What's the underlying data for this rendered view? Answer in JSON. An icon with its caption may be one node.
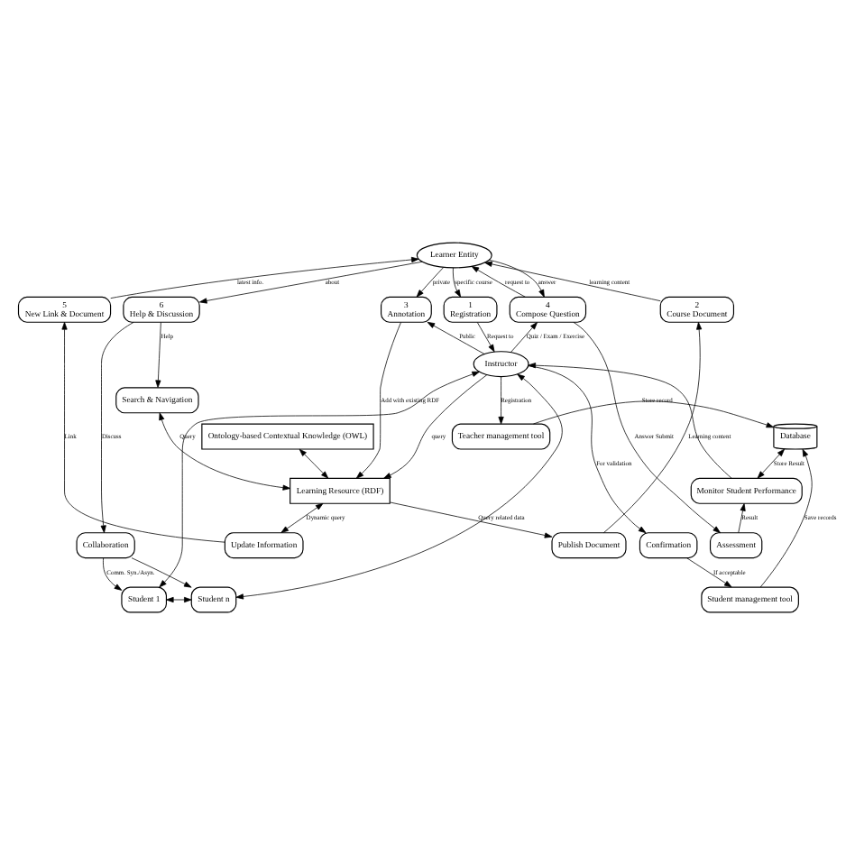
{
  "diagram": {
    "nodes": [
      {
        "text": [
          "Learner Entity"
        ]
      },
      {
        "text": [
          "2",
          "Course Document"
        ]
      },
      {
        "text": [
          "3",
          "Annotation"
        ]
      },
      {
        "text": [
          "5",
          "New Link & Document"
        ]
      },
      {
        "text": [
          "6",
          "Help & Discussion"
        ]
      },
      {
        "text": [
          "4",
          "Compose Question"
        ]
      },
      {
        "text": [
          "1",
          "Registration"
        ]
      },
      {
        "text": [
          "Publish Document"
        ]
      },
      {
        "text": [
          "Update Information"
        ]
      },
      {
        "text": [
          "Search & Navigation"
        ]
      },
      {
        "text": [
          "Collaboration"
        ]
      },
      {
        "text": [
          "Assessment"
        ]
      },
      {
        "text": [
          "Confirmation"
        ]
      },
      {
        "text": [
          "Student 1"
        ]
      },
      {
        "text": [
          "Student n"
        ]
      },
      {
        "text": [
          "Student management tool"
        ]
      },
      {
        "text": [
          "Instructor"
        ]
      },
      {
        "text": [
          "Learning Resource (RDF)"
        ]
      },
      {
        "text": [
          "Monitor Student Performance"
        ]
      },
      {
        "text": [
          "Ontology-based Contextual Knowledge (OWL)"
        ]
      },
      {
        "text": [
          "Teacher management tool"
        ]
      },
      {
        "text": [
          "Database"
        ]
      }
    ],
    "edges": [
      {
        "from": 1,
        "to": 0,
        "arrow": "to",
        "label": "learning content"
      },
      {
        "from": 0,
        "to": 2,
        "arrow": "to",
        "label": "private"
      },
      {
        "from": 3,
        "to": 0,
        "arrow": "to",
        "label": "latest info."
      },
      {
        "from": 0,
        "to": 4,
        "arrow": "to",
        "label": "about"
      },
      {
        "from": 0,
        "to": 5,
        "arrow": "to",
        "label": "answer"
      },
      {
        "from": 5,
        "to": 0,
        "arrow": "to",
        "label": "request to"
      },
      {
        "from": 0,
        "to": 6,
        "arrow": "to",
        "label": "specific course"
      },
      {
        "from": 7,
        "to": 1,
        "arrow": "to",
        "label": "Learning content"
      },
      {
        "from": 2,
        "to": 17,
        "arrow": "to",
        "label": "Add with existing RDF"
      },
      {
        "from": 16,
        "to": 2,
        "arrow": "to",
        "label": "Public"
      },
      {
        "from": 8,
        "to": 3,
        "arrow": "to",
        "label": "Link"
      },
      {
        "from": 4,
        "to": 9,
        "arrow": "to",
        "label": "Help"
      },
      {
        "from": 4,
        "to": 10,
        "arrow": "to",
        "label": "Discuss"
      },
      {
        "from": 5,
        "to": 11,
        "arrow": "to",
        "label": "Answer Submit"
      },
      {
        "from": 16,
        "to": 5,
        "arrow": "to",
        "label": "Quiz / Exam / Exercise"
      },
      {
        "from": 6,
        "to": 16,
        "arrow": "to",
        "label": "Request to"
      },
      {
        "from": 16,
        "to": 12,
        "arrow": "to",
        "label": "For validation"
      },
      {
        "from": 12,
        "to": 15,
        "arrow": "to",
        "label": "If acceptable"
      },
      {
        "from": 10,
        "to": 13,
        "arrow": "to",
        "label": "Comm. Syn./Asyn."
      },
      {
        "from": 10,
        "to": 14,
        "arrow": "to"
      },
      {
        "from": 13,
        "to": 14,
        "arrow": "both"
      },
      {
        "from": 13,
        "to": 16,
        "arrow": "both"
      },
      {
        "from": 14,
        "to": 16,
        "arrow": "both"
      },
      {
        "from": 8,
        "to": 17,
        "arrow": "both",
        "label": "Dynamic query"
      },
      {
        "from": 9,
        "to": 17,
        "arrow": "both",
        "label": "Query"
      },
      {
        "from": 17,
        "to": 7,
        "arrow": "to",
        "label": "Query related data"
      },
      {
        "from": 16,
        "to": 17,
        "arrow": "to",
        "label": "query"
      },
      {
        "from": 17,
        "to": 19,
        "arrow": "both"
      },
      {
        "from": 11,
        "to": 18,
        "arrow": "to",
        "label": "Result"
      },
      {
        "from": 18,
        "to": 16,
        "arrow": "to"
      },
      {
        "from": 21,
        "to": 18,
        "arrow": "both",
        "label": "Store Result"
      },
      {
        "from": 15,
        "to": 21,
        "arrow": "to",
        "label": "Save records"
      },
      {
        "from": 16,
        "to": 20,
        "arrow": "to",
        "label": "Registration"
      },
      {
        "from": 20,
        "to": 21,
        "arrow": "to",
        "label": "Store record"
      }
    ]
  }
}
